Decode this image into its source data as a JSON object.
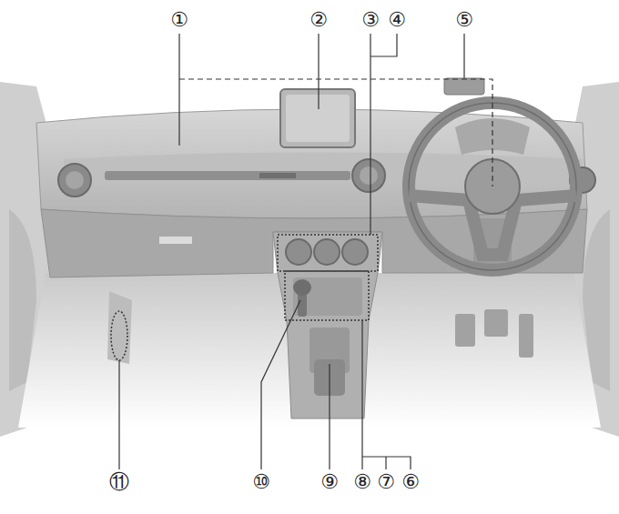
{
  "diagram": {
    "labels": [
      "①",
      "②",
      "③",
      "④",
      "⑤",
      "⑪",
      "⑩",
      "⑨",
      "⑧",
      "⑦",
      "⑥"
    ]
  }
}
